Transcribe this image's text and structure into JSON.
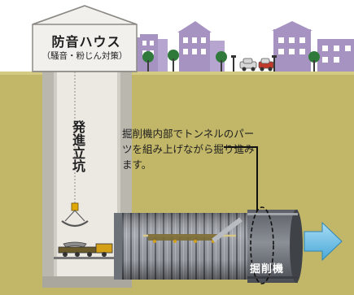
{
  "labels": {
    "soundproof_house": "防音ハウス",
    "soundproof_house_note": "（騒音・粉じん対策）",
    "launch_shaft": "発進立坑",
    "callout": "掘削機内部でトンネルのパーツを組み上げながら掘り進みます。",
    "tunnel_boring_machine": "掘削機"
  },
  "colors": {
    "ground": "#c2b768",
    "ground_top": "#d4ca84",
    "sky": "#ffffff",
    "shaft_wall": "#b9b7ae",
    "shaft_inner": "#ece9e3",
    "house_wall": "#f2f0ec",
    "buildings": "#a693c2",
    "tunnel_segment": "#8f939a",
    "arrow": "#6fbce6"
  },
  "icons": {
    "direction": "right-arrow-icon",
    "crane_hook": "crane-hook-icon",
    "tree": "tree-icon",
    "car": "car-icon"
  }
}
